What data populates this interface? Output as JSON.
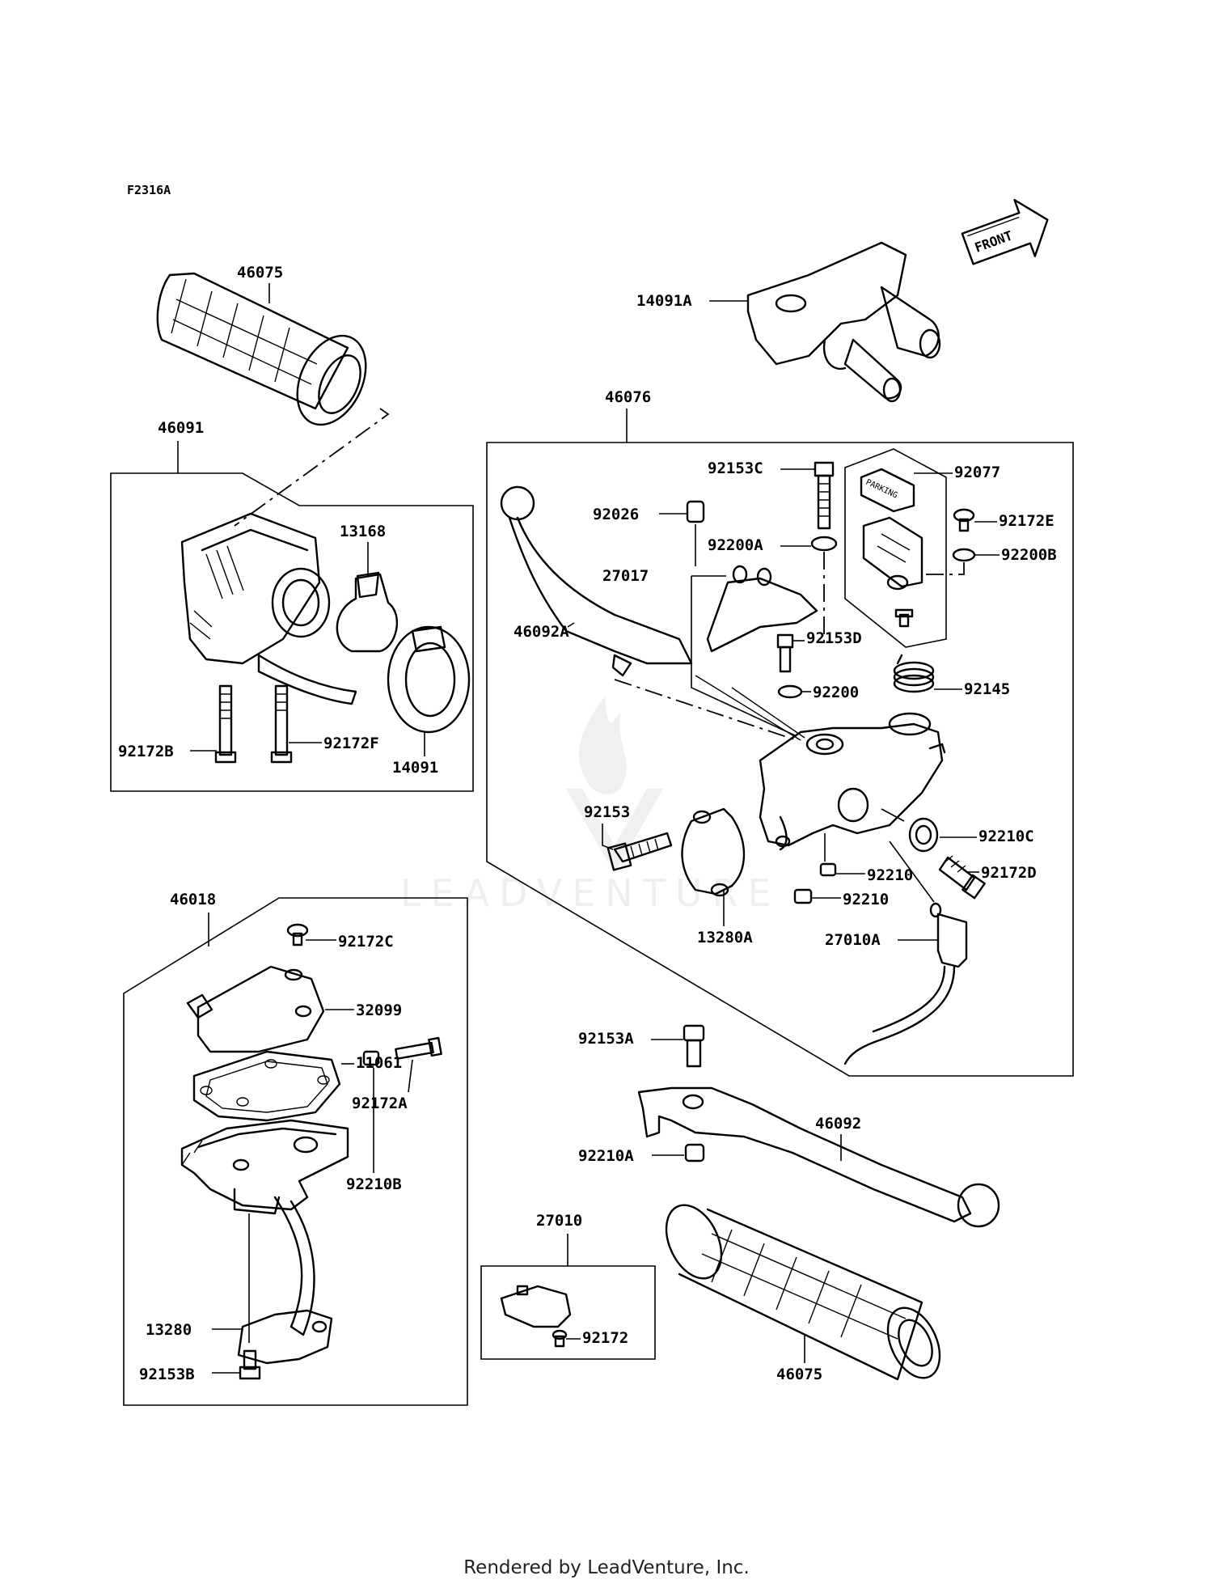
{
  "diagram_code": "F2316A",
  "front_label": "FRONT",
  "watermark": "LEADVENTURE",
  "footer": "Rendered by LeadVenture, Inc.",
  "labels": {
    "46075_top": "46075",
    "46091": "46091",
    "13168": "13168",
    "92172B": "92172B",
    "92172F": "92172F",
    "14091": "14091",
    "14091A": "14091A",
    "46076": "46076",
    "92153C": "92153C",
    "92077": "92077",
    "92026": "92026",
    "92172E": "92172E",
    "92200A": "92200A",
    "92200B": "92200B",
    "27017": "27017",
    "46092A": "46092A",
    "92153D": "92153D",
    "92145": "92145",
    "92200": "92200",
    "92153": "92153",
    "92210C": "92210C",
    "92172D": "92172D",
    "92210_1": "92210",
    "92210_2": "92210",
    "13280A": "13280A",
    "27010A": "27010A",
    "46018": "46018",
    "92172C": "92172C",
    "32099": "32099",
    "11061": "11061",
    "92172A": "92172A",
    "92210B": "92210B",
    "13280": "13280",
    "92153B": "92153B",
    "92153A": "92153A",
    "46092": "46092",
    "92210A": "92210A",
    "27010": "27010",
    "92172": "92172",
    "46075_bottom": "46075"
  }
}
